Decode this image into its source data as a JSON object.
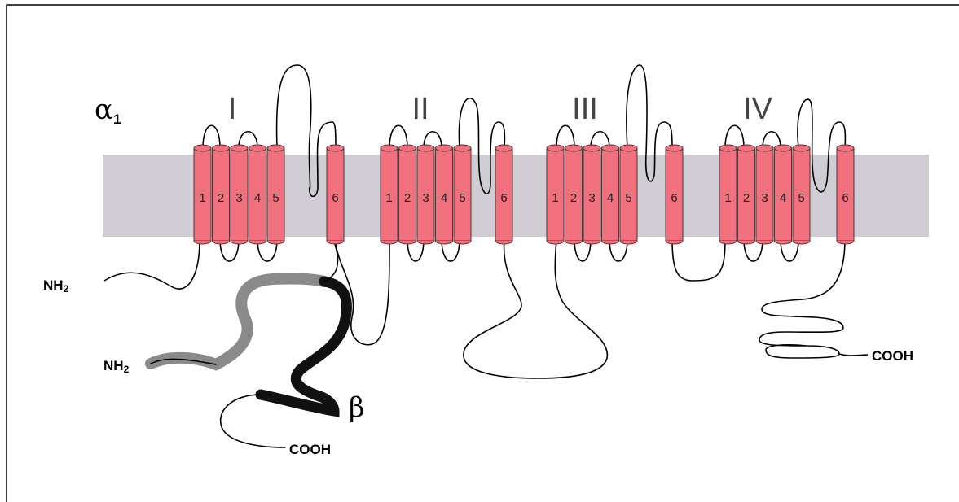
{
  "diagram": {
    "subunits": {
      "alpha": {
        "symbol": "α",
        "subscript": "1"
      },
      "beta": {
        "symbol": "β"
      }
    },
    "domains": [
      {
        "numeral": "I",
        "segments": [
          "1",
          "2",
          "3",
          "4",
          "5",
          "6"
        ]
      },
      {
        "numeral": "II",
        "segments": [
          "1",
          "2",
          "3",
          "4",
          "5",
          "6"
        ]
      },
      {
        "numeral": "III",
        "segments": [
          "1",
          "2",
          "3",
          "4",
          "5",
          "6"
        ]
      },
      {
        "numeral": "IV",
        "segments": [
          "1",
          "2",
          "3",
          "4",
          "5",
          "6"
        ]
      }
    ],
    "termini": {
      "alpha_n": {
        "text": "NH",
        "subscript": "2"
      },
      "alpha_c": "COOH",
      "beta_n": {
        "text": "NH",
        "subscript": "2"
      },
      "beta_c": "COOH"
    },
    "colors": {
      "membrane": "#cfcdd3",
      "helix": "#f0707e",
      "helix_outline": "#4a3a3a",
      "chain": "#000000"
    }
  }
}
